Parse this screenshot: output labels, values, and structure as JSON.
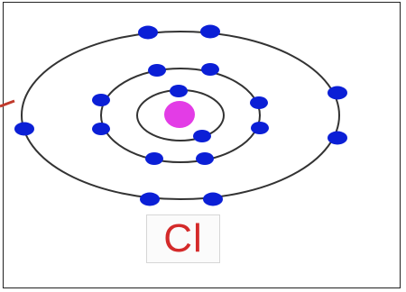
{
  "diagram": {
    "element_symbol": "Cl",
    "shells": [
      {
        "name": "inner-shell",
        "electrons": 2
      },
      {
        "name": "middle-shell",
        "electrons": 8
      },
      {
        "name": "outer-shell",
        "electrons": 7
      }
    ],
    "colors": {
      "electron": "#0b1fd6",
      "nucleus": "#e33ce6",
      "orbit": "#333333",
      "symbol": "#d42a2a",
      "bond_stub": "#c0392b"
    }
  }
}
